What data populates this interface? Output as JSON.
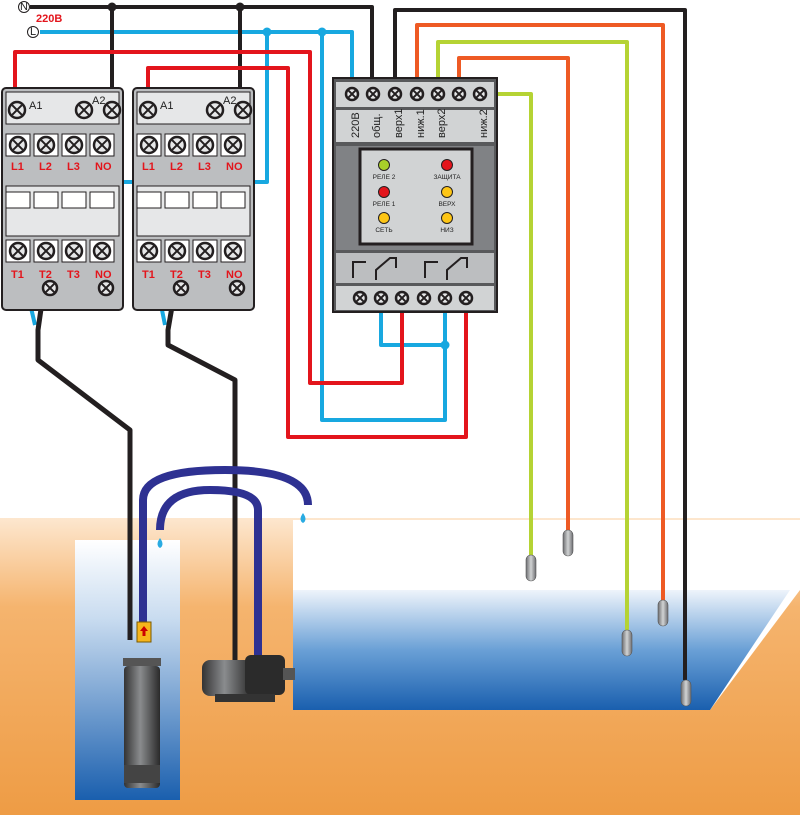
{
  "supply": {
    "n_label": "N",
    "l_label": "L",
    "voltage_label": "220В"
  },
  "contactor_labels": {
    "coil": [
      "A1",
      "A2"
    ],
    "inputs": [
      "L1",
      "L2",
      "L3",
      "NO"
    ],
    "outputs": [
      "T1",
      "T2",
      "T3",
      "NO"
    ]
  },
  "relay": {
    "terminals": [
      "220В",
      "общ.",
      "верх1",
      "ниж.1",
      "верх2",
      "ниж.2"
    ],
    "leds": [
      {
        "label": "РЕЛЕ 2",
        "color": "#a8cf2a"
      },
      {
        "label": "ЗАЩИТА",
        "color": "#e3151c"
      },
      {
        "label": "РЕЛЕ 1",
        "color": "#e3151c"
      },
      {
        "label": "ВЕРХ",
        "color": "#fdc515"
      },
      {
        "label": "СЕТЬ",
        "color": "#fdc515"
      },
      {
        "label": "НИЗ",
        "color": "#fdc515"
      }
    ]
  },
  "colors": {
    "neutral_wire": "#231f20",
    "phase_wire": "#18a8e0",
    "control_wire": "#e3151c",
    "upper_probe_wire": "#ee5a24",
    "lower_probe_wire": "#b5d334",
    "hose": "#2e3192",
    "ground": "#f0a050",
    "water": "#1e6bb8"
  }
}
